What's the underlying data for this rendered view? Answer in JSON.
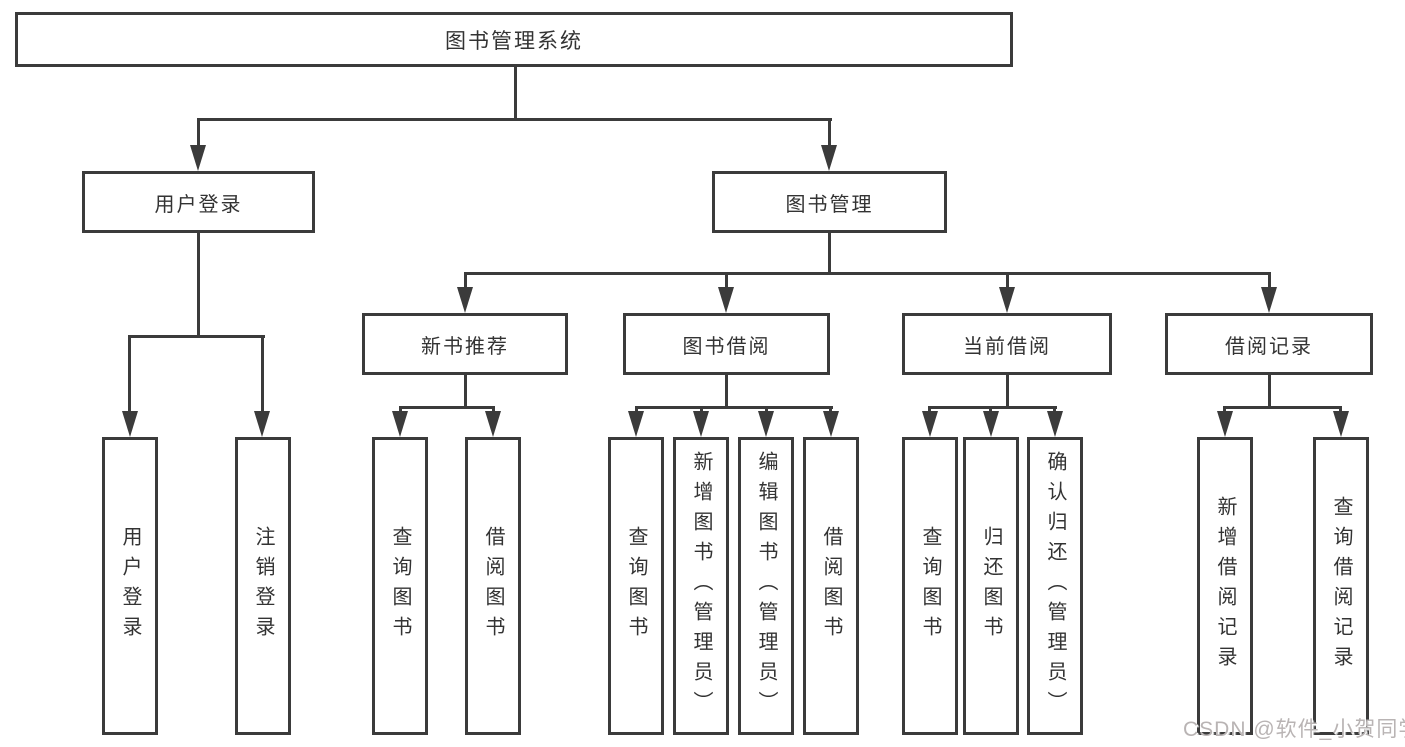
{
  "diagram": {
    "root": {
      "label": "图书管理系统"
    },
    "level2": {
      "user_login": {
        "label": "用户登录",
        "children": [
          {
            "label": "用户登录"
          },
          {
            "label": "注销登录"
          }
        ]
      },
      "book_mgmt": {
        "label": "图书管理",
        "children": [
          {
            "label": "新书推荐",
            "children": [
              {
                "label": "查询图书"
              },
              {
                "label": "借阅图书"
              }
            ]
          },
          {
            "label": "图书借阅",
            "children": [
              {
                "label": "查询图书"
              },
              {
                "label": "新增图书（管理员）"
              },
              {
                "label": "编辑图书（管理员）"
              },
              {
                "label": "借阅图书"
              }
            ]
          },
          {
            "label": "当前借阅",
            "children": [
              {
                "label": "查询图书"
              },
              {
                "label": "归还图书"
              },
              {
                "label": "确认归还（管理员）"
              }
            ]
          },
          {
            "label": "借阅记录",
            "children": [
              {
                "label": "新增借阅记录"
              },
              {
                "label": "查询借阅记录"
              }
            ]
          }
        ]
      }
    }
  },
  "watermark": {
    "text": "CSDN @软件_小贺同学"
  },
  "colors": {
    "line": "#3b3b3b",
    "text": "#333333",
    "background": "#ffffff",
    "watermark": "#b9b4b4"
  }
}
